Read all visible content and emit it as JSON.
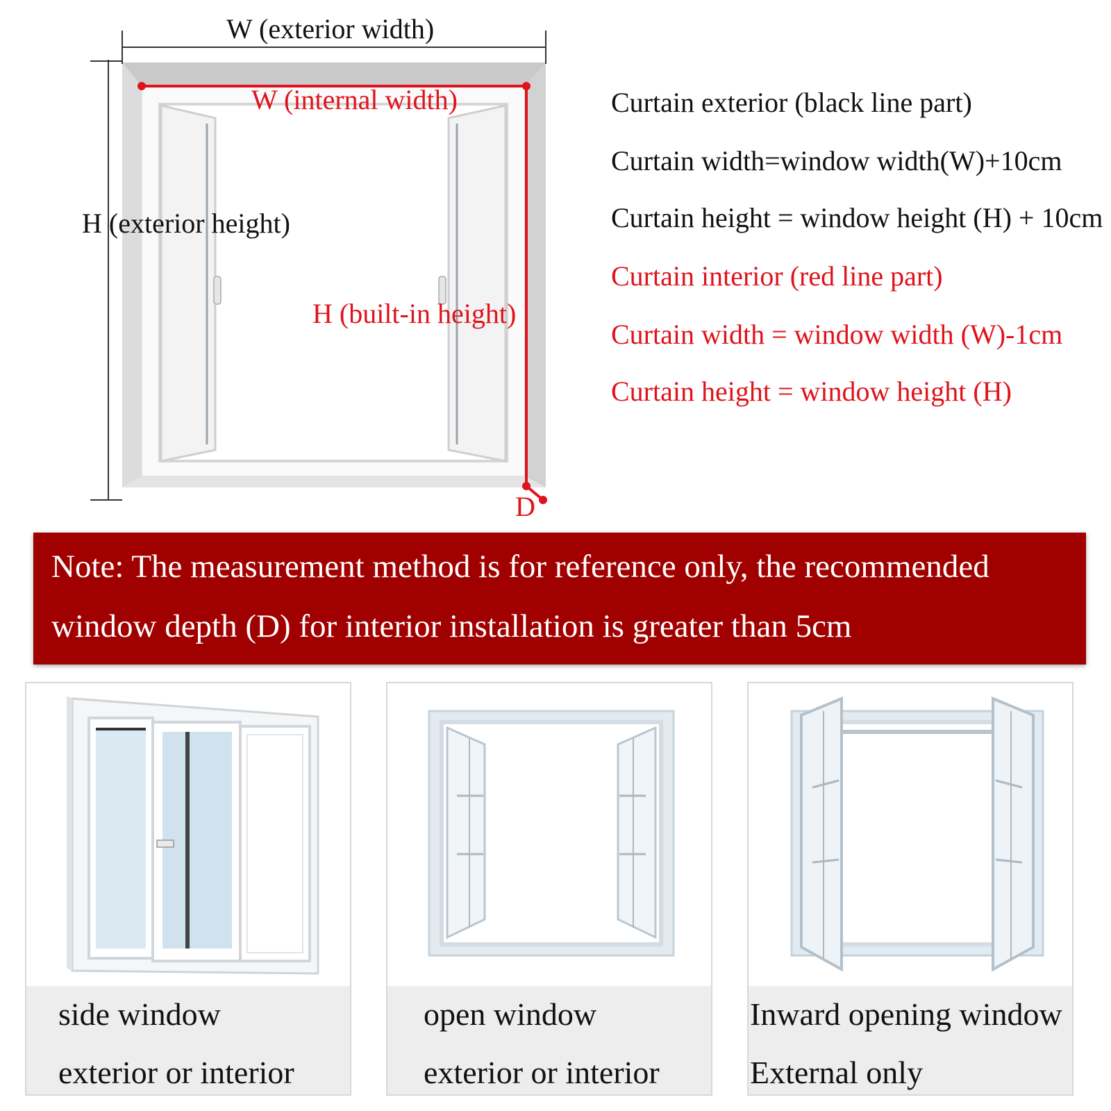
{
  "diagram": {
    "exterior_width_label": "W (exterior width)",
    "internal_width_label": "W (internal width)",
    "exterior_height_label": "H (exterior height)",
    "builtin_height_label": "H (built-in height)",
    "depth_label": "D"
  },
  "specs": {
    "exterior_heading": "Curtain exterior (black line part)",
    "exterior_width_rule": "Curtain width=window width(W)+10cm",
    "exterior_height_rule": "Curtain height = window height (H) + 10cm",
    "interior_heading": "Curtain interior (red line part)",
    "interior_width_rule": "Curtain width = window width (W)-1cm",
    "interior_height_rule": "Curtain height = window height (H)"
  },
  "note": {
    "line1": "Note: The measurement method is for reference only, the recommended",
    "line2": "window depth (D) for interior installation is greater than 5cm"
  },
  "window_types": [
    {
      "name": "side window",
      "install": "exterior or interior"
    },
    {
      "name": "open window",
      "install": "exterior or interior"
    },
    {
      "name": "Inward opening window",
      "install": "External only"
    }
  ],
  "colors": {
    "red": "#e0121b",
    "banner": "#a00000",
    "caption_bg": "#ededed"
  }
}
